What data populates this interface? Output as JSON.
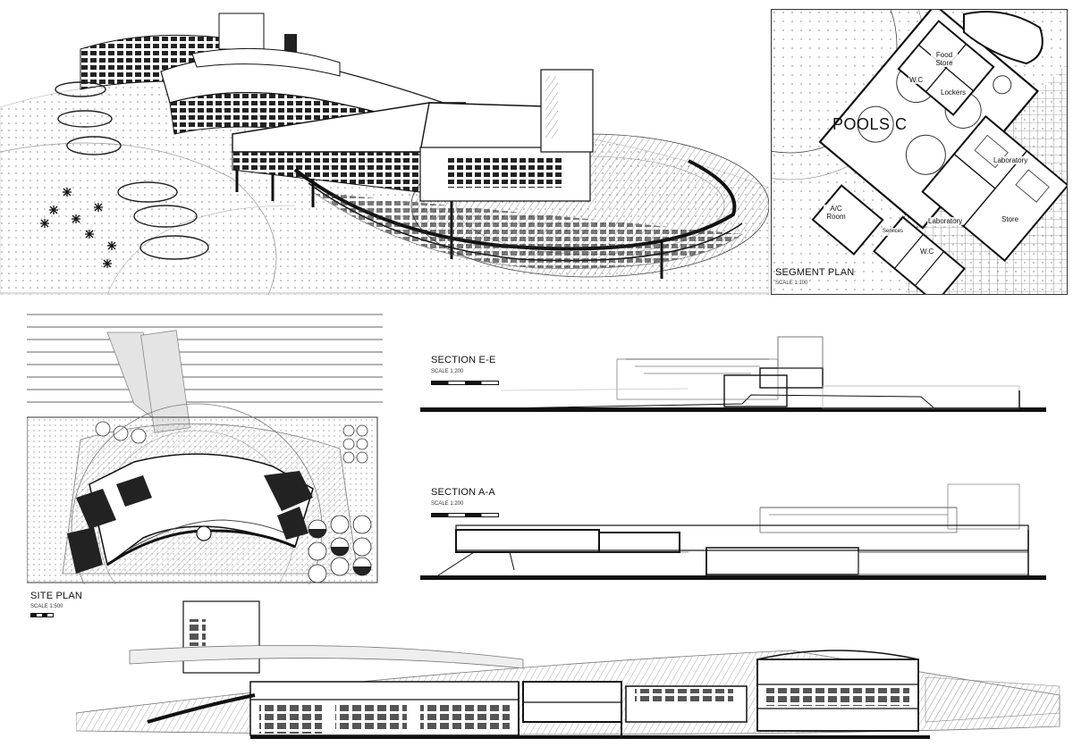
{
  "segment_plan": {
    "title": "SEGMENT PLAN",
    "scale": "SCALE 1:100",
    "pool_label": "POOLS C",
    "rooms": {
      "food_store": "Food Store",
      "wc_top": "W.C",
      "lockers": "Lockers",
      "laboratory_top": "Laboratory",
      "laboratory_mid": "Laboratory",
      "store": "Store",
      "ac_room": "A/C Room",
      "services": "Services",
      "wc_bottom": "W.C"
    }
  },
  "section_ee": {
    "title": "SECTION E-E",
    "scale": "SCALE 1:200"
  },
  "section_aa": {
    "title": "SECTION A-A",
    "scale": "SCALE 1:200"
  },
  "site_plan": {
    "title": "SITE PLAN",
    "scale": "SCALE 1:500"
  },
  "colors": {
    "ink": "#111111",
    "hatch": "#777777",
    "light": "#d8d8d8",
    "paper": "#ffffff"
  }
}
